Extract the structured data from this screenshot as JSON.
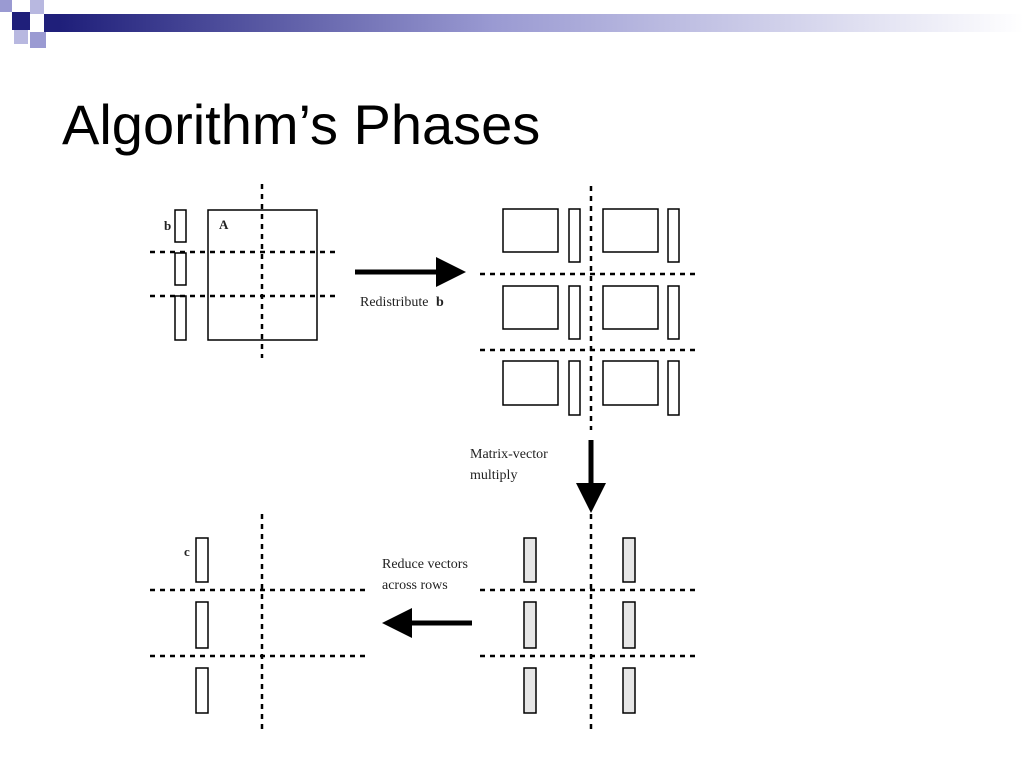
{
  "slide": {
    "title": "Algorithm’s Phases"
  },
  "diagram": {
    "label_b": "b",
    "label_A": "A",
    "label_c": "c",
    "redistribute_text": "Redistribute",
    "redistribute_var": "b",
    "multiply_line1": "Matrix-vector",
    "multiply_line2": "multiply",
    "reduce_line1": "Reduce vectors",
    "reduce_line2": "across rows"
  },
  "colors": {
    "accent_dark": "#1f1f7a",
    "accent_light": "#9a9ad2",
    "vector_fill": "#e6e6e6"
  }
}
